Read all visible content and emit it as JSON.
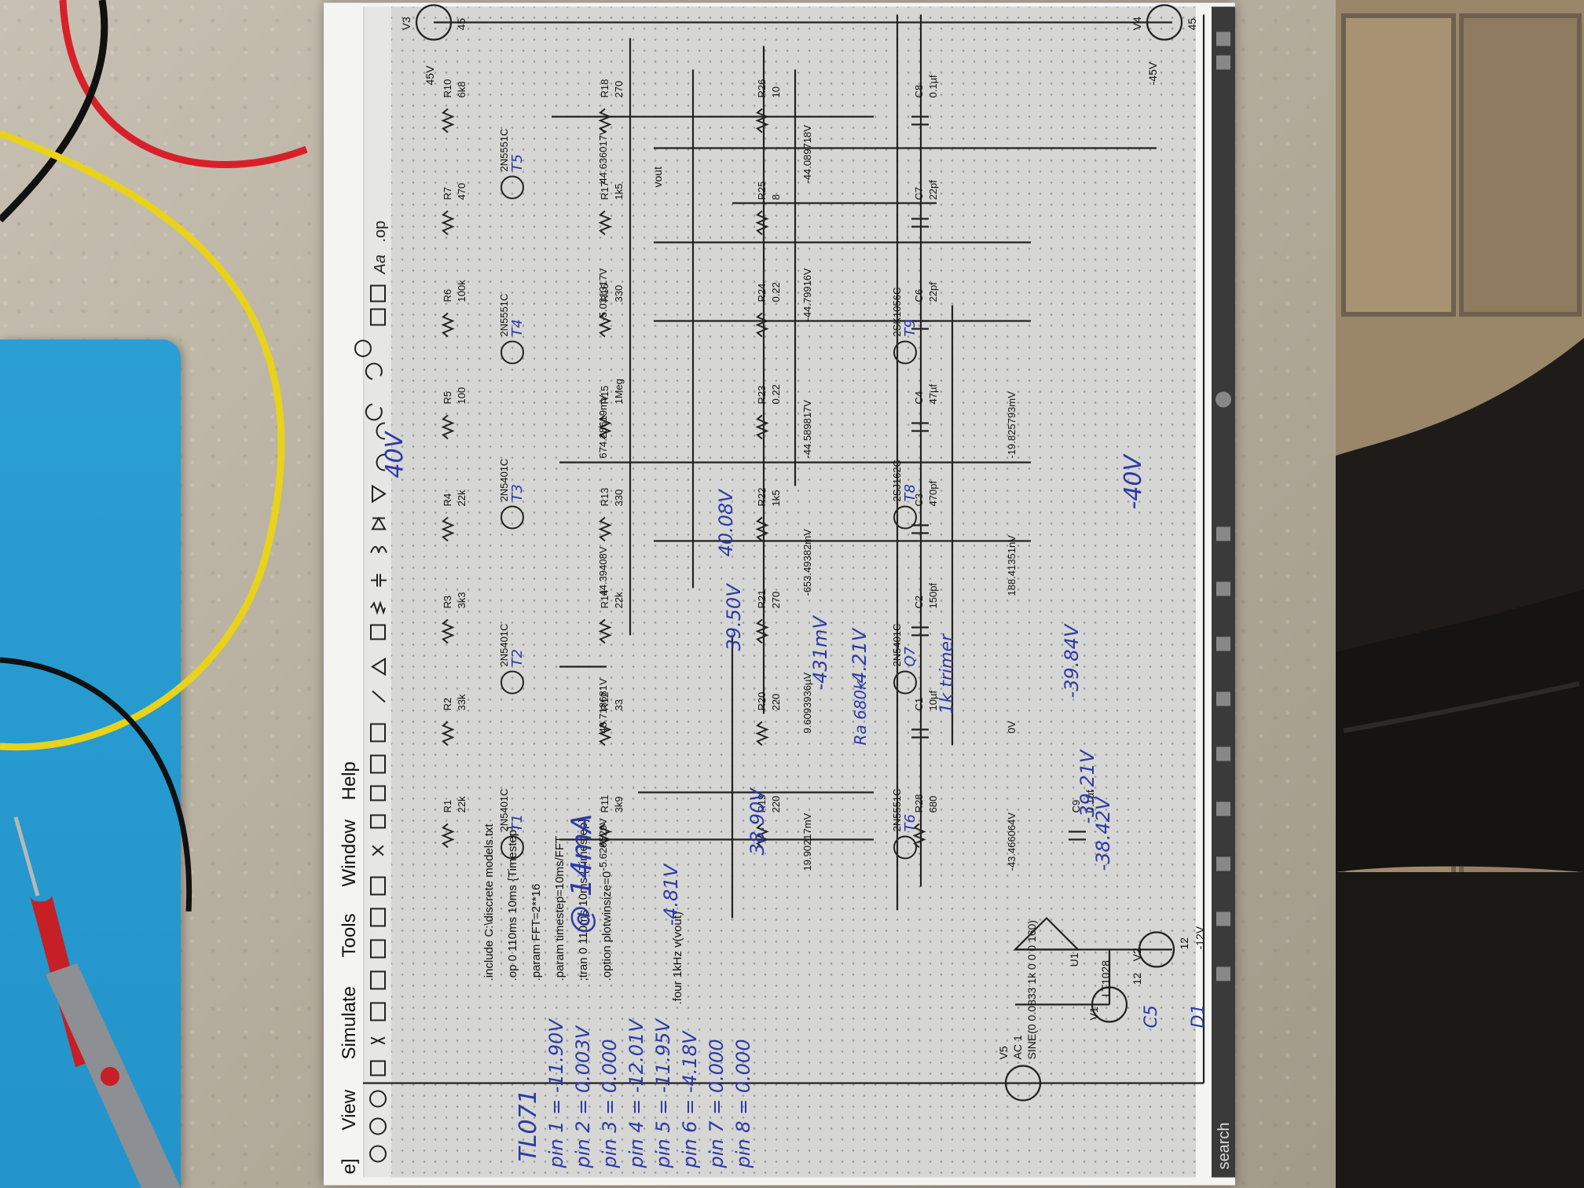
{
  "menu": {
    "items": [
      "e]",
      "View",
      "Simulate",
      "Tools",
      "Window",
      "Help"
    ]
  },
  "taskbar": {
    "search_label": "search"
  },
  "directives": [
    ".include C:\\discrete models.txt",
    ".op 0 110ms 10ms {Timestep}",
    ".param FFT=2**16",
    ".param timestep=10ms/FFT",
    ";tran 0 110ms 10ms {Timestep}",
    ".option plotwinsize=0"
  ],
  "four_directive": ".four 1kHz v(vout)",
  "sources": {
    "V5": {
      "name": "V5",
      "ac": "AC 1",
      "sine": "SINE(0 0.0833 1k 0 0 0 160)"
    },
    "V1": {
      "name": "V1",
      "value": "12"
    },
    "V2": {
      "name": "V2",
      "value": "12"
    },
    "V3": {
      "name": "V3",
      "value": "45"
    },
    "V4": {
      "name": "V4",
      "value": "45"
    }
  },
  "rails": {
    "pos": "45V",
    "neg": "-45V",
    "neg12": "-12V"
  },
  "opamp": {
    "name": "U1",
    "part": "LT1028"
  },
  "components": [
    {
      "ref": "R1",
      "value": "22k"
    },
    {
      "ref": "R2",
      "value": "33k"
    },
    {
      "ref": "R3",
      "value": "3k3"
    },
    {
      "ref": "R4",
      "value": "22k"
    },
    {
      "ref": "R5",
      "value": "100"
    },
    {
      "ref": "R6",
      "value": "100k"
    },
    {
      "ref": "R7",
      "value": "470"
    },
    {
      "ref": "R10",
      "value": "6k8"
    },
    {
      "ref": "R11",
      "value": "3k9"
    },
    {
      "ref": "R12",
      "value": "33"
    },
    {
      "ref": "R14",
      "value": "22k"
    },
    {
      "ref": "R13",
      "value": "330"
    },
    {
      "ref": "R15",
      "value": "1Meg"
    },
    {
      "ref": "R16",
      "value": "330"
    },
    {
      "ref": "R17",
      "value": "1k5"
    },
    {
      "ref": "R18",
      "value": "270"
    },
    {
      "ref": "R19",
      "value": "220"
    },
    {
      "ref": "R20",
      "value": "220"
    },
    {
      "ref": "R21",
      "value": "270"
    },
    {
      "ref": "R22",
      "value": "1k5"
    },
    {
      "ref": "R23",
      "value": "0.22"
    },
    {
      "ref": "R24",
      "value": "0.22"
    },
    {
      "ref": "R25",
      "value": "8"
    },
    {
      "ref": "R26",
      "value": "10"
    },
    {
      "ref": "R28",
      "value": "680"
    },
    {
      "ref": "C1",
      "value": "10µf"
    },
    {
      "ref": "C2",
      "value": "150pf"
    },
    {
      "ref": "C3",
      "value": "470pf"
    },
    {
      "ref": "C4",
      "value": "47µf"
    },
    {
      "ref": "C6",
      "value": "22pf"
    },
    {
      "ref": "C7",
      "value": "22pf"
    },
    {
      "ref": "C8",
      "value": "0.1µf"
    },
    {
      "ref": "C9",
      "value": "0.1µf"
    }
  ],
  "transistors": [
    {
      "ref": "T1",
      "part": "2N5401C"
    },
    {
      "ref": "T2",
      "part": "2N5401C"
    },
    {
      "ref": "T3",
      "part": "2N5401C"
    },
    {
      "ref": "T4",
      "part": "2N5551C"
    },
    {
      "ref": "T5",
      "part": "2N5551C"
    },
    {
      "ref": "T6",
      "part": "2N5551C"
    },
    {
      "ref": "Q7",
      "part": "2N5401C"
    },
    {
      "ref": "T8",
      "part": "2SJ162C"
    },
    {
      "ref": "T9",
      "part": "2SK1056C"
    }
  ],
  "node_voltages": [
    "-5.629529V",
    "43.718681V",
    "44.39408V",
    "674.28619mV",
    "-5.031317V",
    "44.636017V",
    "19.90217mV",
    "9.6093936µV",
    "-653.49382mV",
    "-44.589817V",
    "-44.79916V",
    "-44.089718V",
    "-43.466064V",
    "0V",
    "188.41351nV",
    "-19.825793mV"
  ],
  "output_label": "vout",
  "handwritten": {
    "rail_pos": "40V",
    "rail_neg": "-40V",
    "current": "@ 14mA",
    "v_c1": "-4.81V",
    "v_t2": "38.90V",
    "v_t3": "39.50V",
    "v_r17": "40.08V",
    "v_t6a": "-431mV",
    "v_t6b": "-4.21V",
    "v_t4a": "-39.21V",
    "v_t4b": "-38.42V",
    "v_t5": "-39.84V",
    "r8_note": "1k trimer",
    "ra_note": "Ra 680k",
    "c5": "C5",
    "d1": "D1"
  },
  "tl071": {
    "title": "TL071",
    "pins": [
      "pin 1 = -11.90V",
      "pin 2 = 0.003V",
      "pin 3 = 0.000",
      "pin 4 = -12.01V",
      "pin 5 = -11.95V",
      "pin 6 = -4.18V",
      "pin 7 = 0.000",
      "pin 8 = 0.000"
    ]
  },
  "colors": {
    "ink": "#2b3aa6",
    "paper": "#f4f4f2",
    "mat": "#2394cb",
    "wire_red": "#d8202a",
    "wire_yellow": "#e8d21a"
  }
}
